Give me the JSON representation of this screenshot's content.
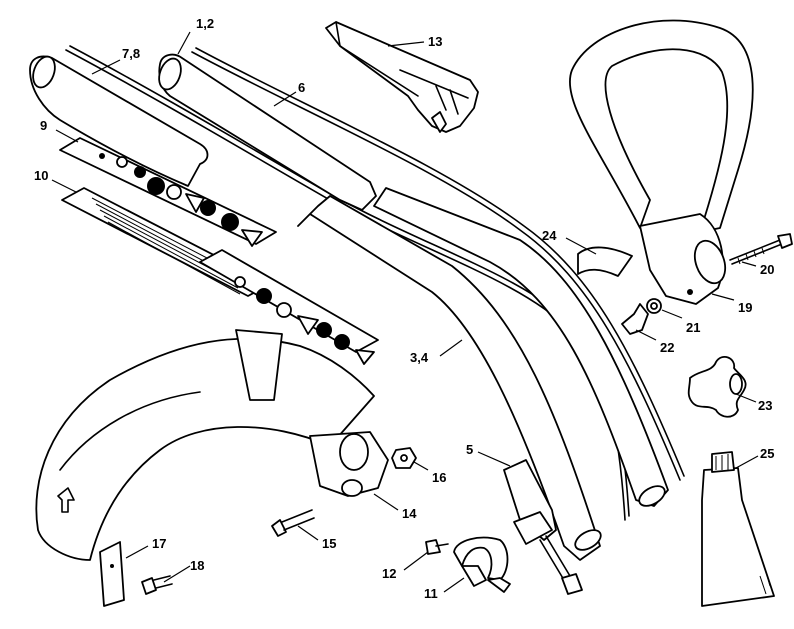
{
  "callouts": [
    {
      "id": "c12a",
      "label": "1,2"
    },
    {
      "id": "c78",
      "label": "7,8"
    },
    {
      "id": "c13",
      "label": "13"
    },
    {
      "id": "c6",
      "label": "6"
    },
    {
      "id": "c9",
      "label": "9"
    },
    {
      "id": "c10",
      "label": "10"
    },
    {
      "id": "c24",
      "label": "24"
    },
    {
      "id": "c20",
      "label": "20"
    },
    {
      "id": "c19",
      "label": "19"
    },
    {
      "id": "c21",
      "label": "21"
    },
    {
      "id": "c22",
      "label": "22"
    },
    {
      "id": "c23",
      "label": "23"
    },
    {
      "id": "c34",
      "label": "3,4"
    },
    {
      "id": "c5",
      "label": "5"
    },
    {
      "id": "c25",
      "label": "25"
    },
    {
      "id": "c16",
      "label": "16"
    },
    {
      "id": "c14",
      "label": "14"
    },
    {
      "id": "c15",
      "label": "15"
    },
    {
      "id": "c17",
      "label": "17"
    },
    {
      "id": "c18",
      "label": "18"
    },
    {
      "id": "c12b",
      "label": "12"
    },
    {
      "id": "c11",
      "label": "11"
    }
  ]
}
